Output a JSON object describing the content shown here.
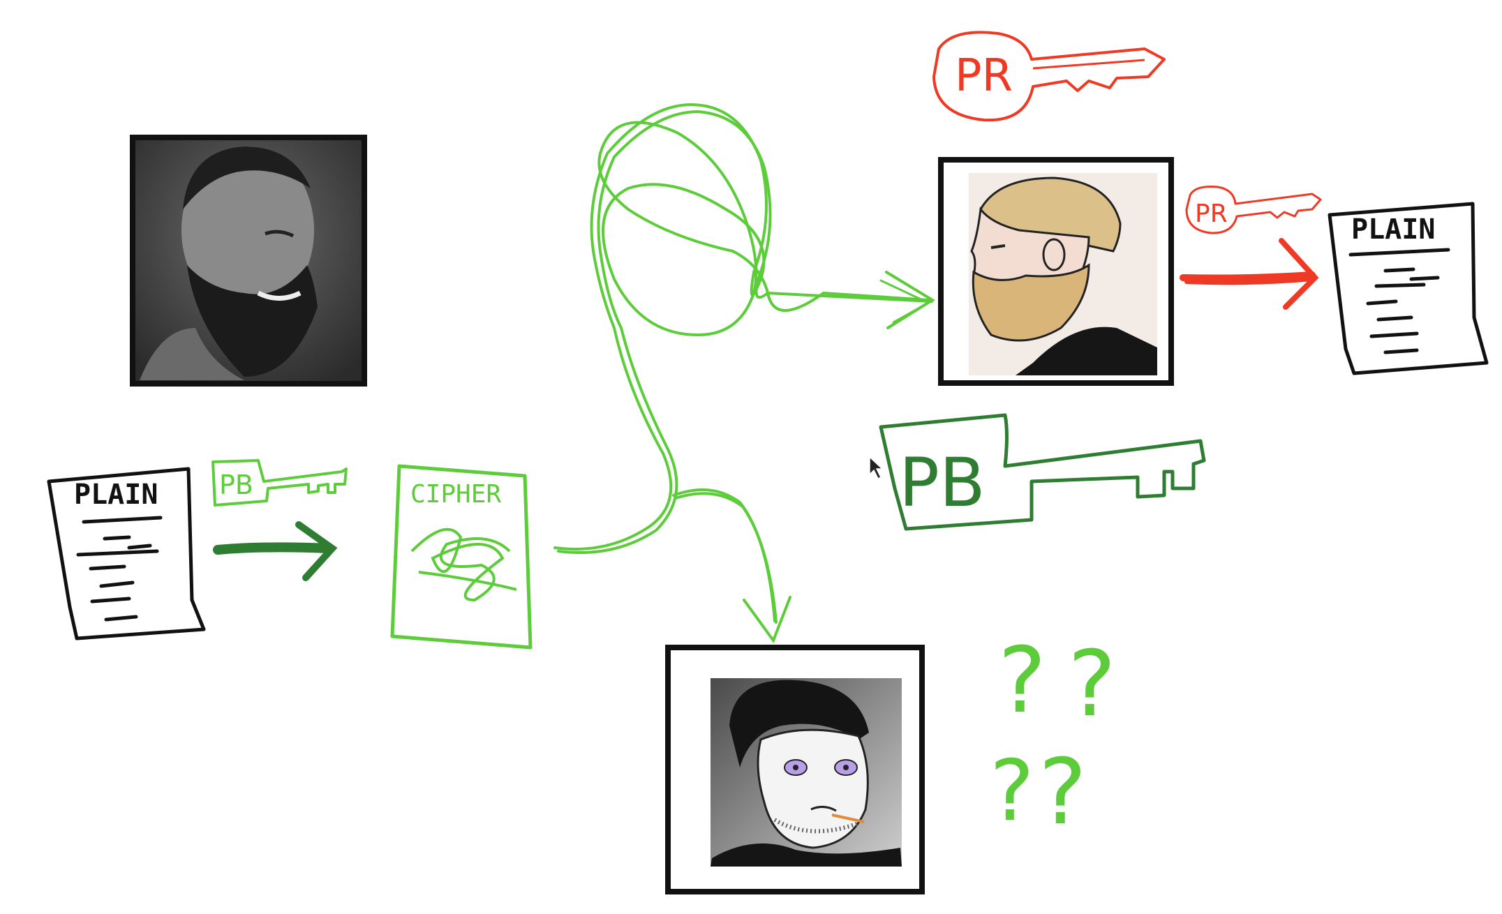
{
  "labels": {
    "plain_left": "PLAIN",
    "plain_right": "PLAIN",
    "cipher": "CIPHER",
    "public_key_small": "PB",
    "public_key_large": "PB",
    "private_key_top": "PR",
    "private_key_small": "PR",
    "question_marks": [
      "?",
      "?",
      "?",
      "?"
    ]
  },
  "colors": {
    "green_light": "#5ccc3a",
    "green_dark": "#2e7d32",
    "red": "#ee3a24",
    "ink": "#111111"
  },
  "portraits": [
    {
      "role": "sender",
      "icon": "gigachad-portrait-icon"
    },
    {
      "role": "intended-recipient",
      "icon": "bearded-yes-chad-icon"
    },
    {
      "role": "eavesdropper",
      "icon": "tired-wojak-icon"
    }
  ]
}
